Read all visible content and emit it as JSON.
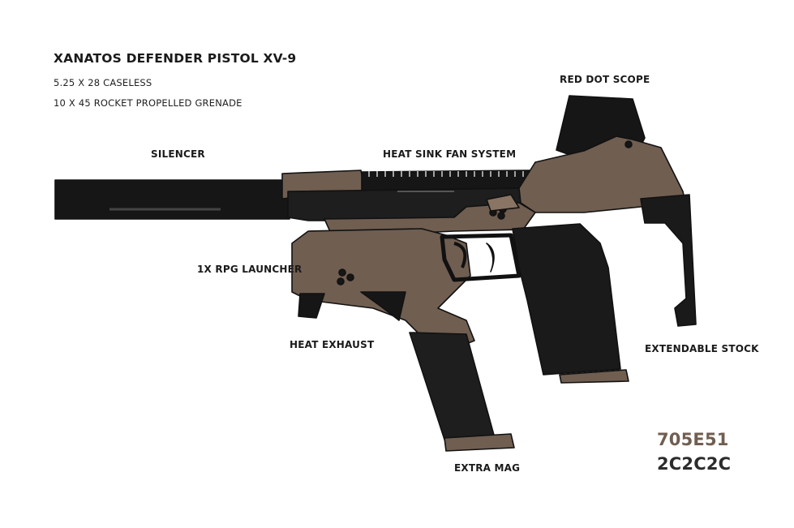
{
  "header": {
    "title": "XANATOS DEFENDER PISTOL   XV-9",
    "spec_1": "5.25 X 28 CASELESS",
    "spec_2": "10 X 45 ROCKET PROPELLED GRENADE"
  },
  "labels": {
    "red_dot_scope": "RED DOT SCOPE",
    "silencer": "SILENCER",
    "heat_sink": "HEAT SINK FAN SYSTEM",
    "rpg_launcher": "1X RPG LAUNCHER",
    "heat_exhaust": "HEAT EXHAUST",
    "extendable_stock": "EXTENDABLE STOCK",
    "extra_mag": "EXTRA MAG"
  },
  "swatches": {
    "primary": "705E51",
    "secondary": "2C2C2C"
  },
  "colors": {
    "tan": "#705e51",
    "tan_light": "#8a7463",
    "dark": "#2c2c2c",
    "black": "#161616",
    "outline": "#111111"
  }
}
